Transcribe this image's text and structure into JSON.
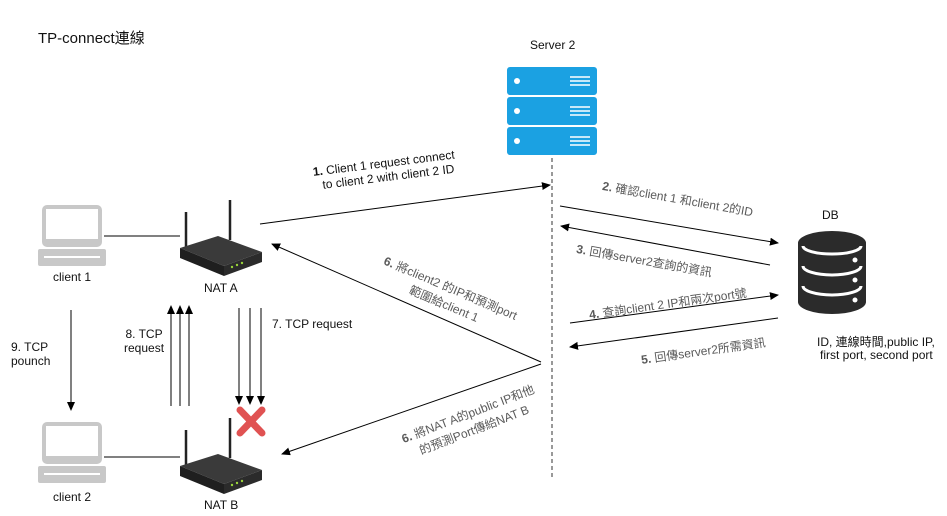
{
  "title": "TP-connect連線",
  "nodes": {
    "server": "Server 2",
    "db": "DB",
    "db_fields_1": "ID, 連線時間,public IP,",
    "db_fields_2": "first port, second port",
    "client1": "client 1",
    "client2": "client 2",
    "nat_a": "NAT A",
    "nat_b": "NAT B"
  },
  "steps": {
    "s1_num": "1.",
    "s1_line1": "Client 1 request connect",
    "s1_line2": "to client 2 with client 2 ID",
    "s2_num": "2.",
    "s2_text": "確認client 1 和client 2的ID",
    "s3_num": "3.",
    "s3_text": "回傳server2查詢的資訊",
    "s4_num": "4.",
    "s4_text": "查詢client 2 IP和兩次port號",
    "s5_num": "5.",
    "s5_text": "回傳server2所需資訊",
    "s6a_num": "6.",
    "s6a_line1": "將client2 的IP和預測port",
    "s6a_line2": "範圍給client 1",
    "s6b_num": "6.",
    "s6b_line1": "將NAT A的public IP和他",
    "s6b_line2": "的預測Port傳給NAT B",
    "s7": "7. TCP request",
    "s8_line1": "8. TCP",
    "s8_line2": "request",
    "s9_line1": "9. TCP",
    "s9_line2": "pounch"
  },
  "colors": {
    "server_blue": "#1ba1e2",
    "device_gray": "#c8c8c8",
    "db_dark": "#2b2b2b",
    "cross_red": "#e05252"
  }
}
